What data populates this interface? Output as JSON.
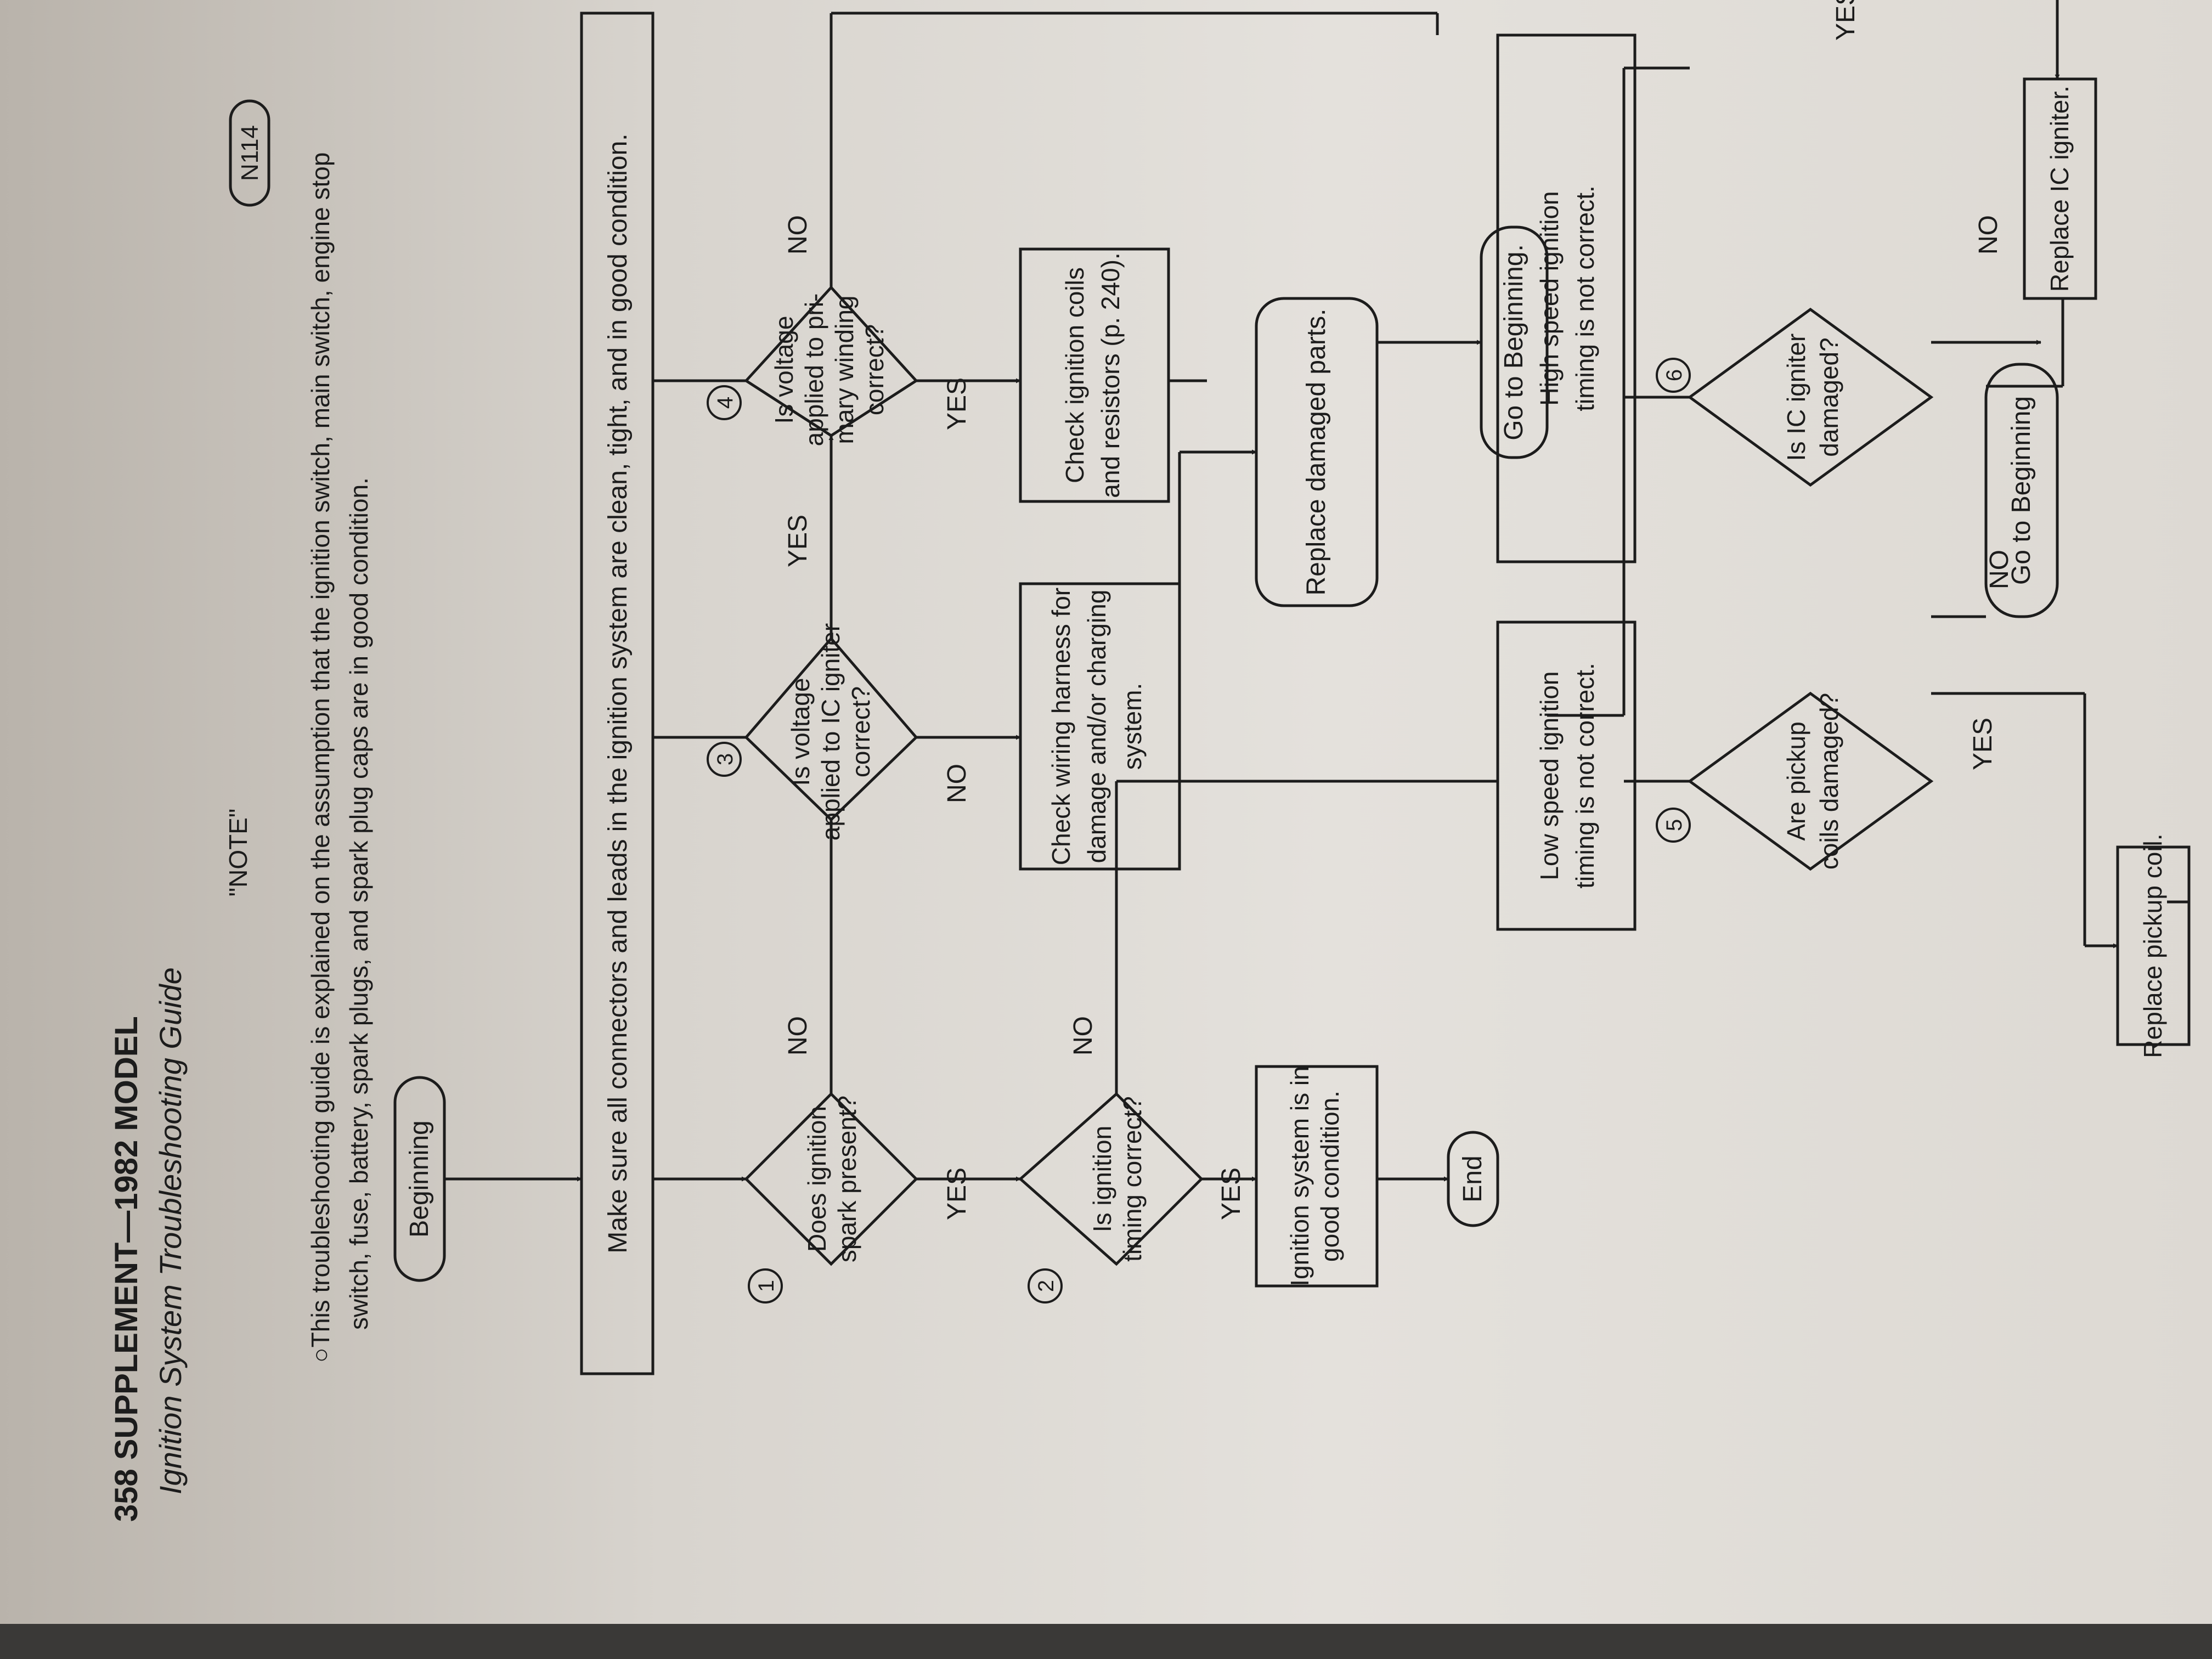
{
  "page": {
    "header": "358 SUPPLEMENT—1982 MODEL",
    "subtitle": "Ignition System Troubleshooting Guide",
    "badge": "N114",
    "note_title": "\"NOTE\"",
    "note_line1": "○This troubleshooting guide is explained on the assumption that the ignition switch, main switch, engine stop",
    "note_line2": "switch, fuse, battery, spark plugs, and spark plug caps are in good condition."
  },
  "flow": {
    "beginning": "Beginning",
    "make_sure": "Make sure all connectors and leads in the ignition system are clean, tight, and in good condition.",
    "step_numbers": [
      "1",
      "2",
      "3",
      "4",
      "5",
      "6"
    ],
    "q1": [
      "Does ignition",
      "spark present?"
    ],
    "q2": [
      "Is ignition",
      "timing correct?"
    ],
    "q3": [
      "Is voltage",
      "applied to IC igniter",
      "correct?"
    ],
    "q4": [
      "Is voltage",
      "applied to pri-",
      "mary winding",
      "correct?"
    ],
    "q5": [
      "Are pickup",
      "coils damaged?"
    ],
    "q6": [
      "Is IC igniter",
      "damaged?"
    ],
    "good_condition": [
      "Ignition system is in",
      "good condition."
    ],
    "end": "End",
    "check_wiring": [
      "Check wiring harness for",
      "damage and/or charging",
      "system."
    ],
    "check_coils": [
      "Check ignition coils",
      "and resistors (p. 240)."
    ],
    "replace_damaged": "Replace damaged parts.",
    "go_begin_1": "Go to Beginning.",
    "low_speed": [
      "Low speed ignition",
      "timing is not correct."
    ],
    "high_speed": [
      "High speed ignition",
      "timing is not correct."
    ],
    "replace_pickup": "Replace pickup coil.",
    "go_begin_2": "Go to Beginning",
    "replace_ic": "Replace IC igniter.",
    "yes": "YES",
    "no": "NO"
  }
}
